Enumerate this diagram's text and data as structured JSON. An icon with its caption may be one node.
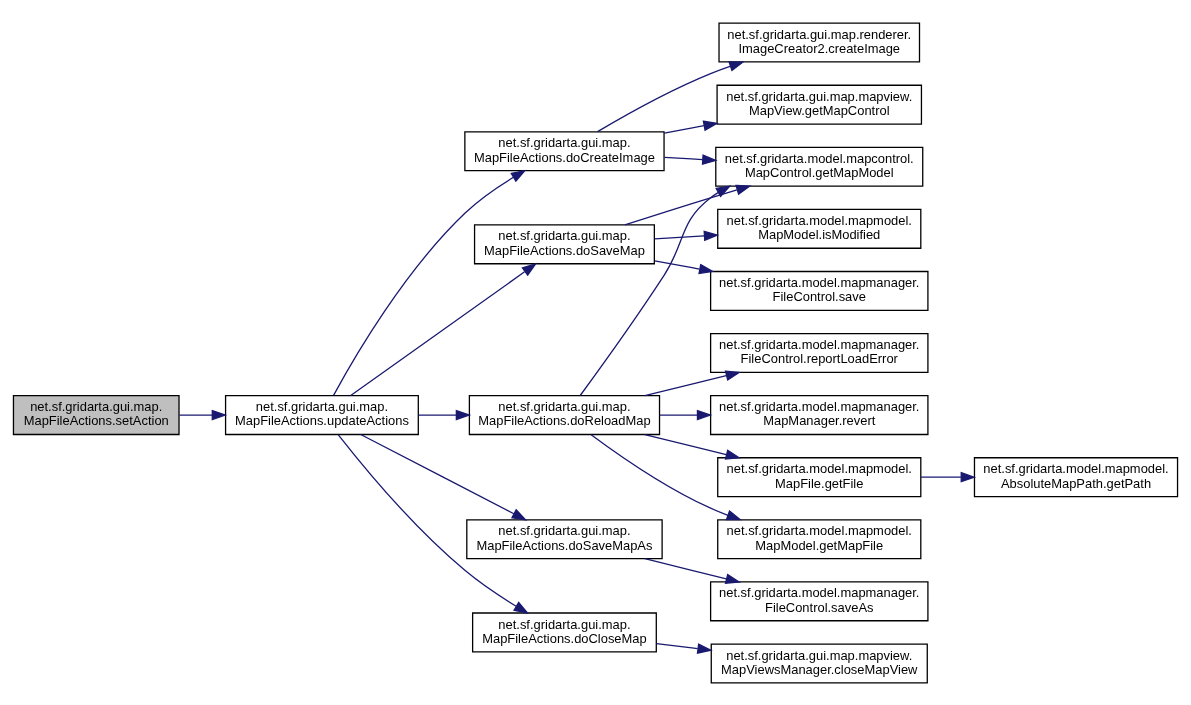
{
  "diagram": {
    "nodes": [
      {
        "text": [
          "net.sf.gridarta.gui.map. MapFileActions.setAction"
        ]
      },
      {
        "text": [
          "net.sf.gridarta.gui.map. MapFileActions.updateActions"
        ]
      },
      {
        "text": [
          "net.sf.gridarta.gui.map. MapFileActions.doCreateImage"
        ]
      },
      {
        "text": [
          "net.sf.gridarta.gui.map. MapFileActions.doSaveMap"
        ]
      },
      {
        "text": [
          "net.sf.gridarta.gui.map. MapFileActions.doReloadMap"
        ]
      },
      {
        "text": [
          "net.sf.gridarta.gui.map. MapFileActions.doSaveMapAs"
        ]
      },
      {
        "text": [
          "net.sf.gridarta.gui.map. MapFileActions.doCloseMap"
        ]
      },
      {
        "text": [
          "net.sf.gridarta.gui.map.mapview. MapView.getMapControl"
        ]
      },
      {
        "text": [
          "net.sf.gridarta.gui.map.renderer. ImageCreator2.createImage"
        ]
      },
      {
        "text": [
          "net.sf.gridarta.model.mapcontrol. MapControl.getMapModel"
        ]
      },
      {
        "text": [
          "net.sf.gridarta.model.mapmodel. MapModel.isModified"
        ]
      },
      {
        "text": [
          "net.sf.gridarta.model.mapmanager. FileControl.save"
        ]
      },
      {
        "text": [
          "net.sf.gridarta.model.mapmanager. MapManager.revert"
        ]
      },
      {
        "text": [
          "net.sf.gridarta.model.mapmodel. MapFile.getFile"
        ]
      },
      {
        "text": [
          "net.sf.gridarta.model.mapmodel. MapModel.getMapFile"
        ]
      },
      {
        "text": [
          "net.sf.gridarta.model.mapmanager. FileControl.reportLoadError"
        ]
      },
      {
        "text": [
          "net.sf.gridarta.model.mapmanager. FileControl.saveAs"
        ]
      },
      {
        "text": [
          "net.sf.gridarta.gui.map.mapview. MapViewsManager.closeMapView"
        ]
      },
      {
        "text": [
          "net.sf.gridarta.model.mapmodel. AbsoluteMapPath.getPath"
        ]
      }
    ],
    "edges": [
      {
        "from": 0,
        "to": 1,
        "arrow": "to"
      },
      {
        "from": 1,
        "to": 2,
        "arrow": "to"
      },
      {
        "from": 1,
        "to": 3,
        "arrow": "to"
      },
      {
        "from": 1,
        "to": 4,
        "arrow": "to"
      },
      {
        "from": 1,
        "to": 5,
        "arrow": "to"
      },
      {
        "from": 1,
        "to": 6,
        "arrow": "to"
      },
      {
        "from": 2,
        "to": 7,
        "arrow": "to"
      },
      {
        "from": 2,
        "to": 8,
        "arrow": "to"
      },
      {
        "from": 2,
        "to": 9,
        "arrow": "to"
      },
      {
        "from": 3,
        "to": 9,
        "arrow": "to"
      },
      {
        "from": 3,
        "to": 10,
        "arrow": "to"
      },
      {
        "from": 3,
        "to": 11,
        "arrow": "to"
      },
      {
        "from": 4,
        "to": 9,
        "arrow": "to"
      },
      {
        "from": 4,
        "to": 12,
        "arrow": "to"
      },
      {
        "from": 4,
        "to": 13,
        "arrow": "to"
      },
      {
        "from": 4,
        "to": 14,
        "arrow": "to"
      },
      {
        "from": 4,
        "to": 15,
        "arrow": "to"
      },
      {
        "from": 5,
        "to": 16,
        "arrow": "to"
      },
      {
        "from": 6,
        "to": 17,
        "arrow": "to"
      },
      {
        "from": 13,
        "to": 18,
        "arrow": "to"
      }
    ]
  }
}
